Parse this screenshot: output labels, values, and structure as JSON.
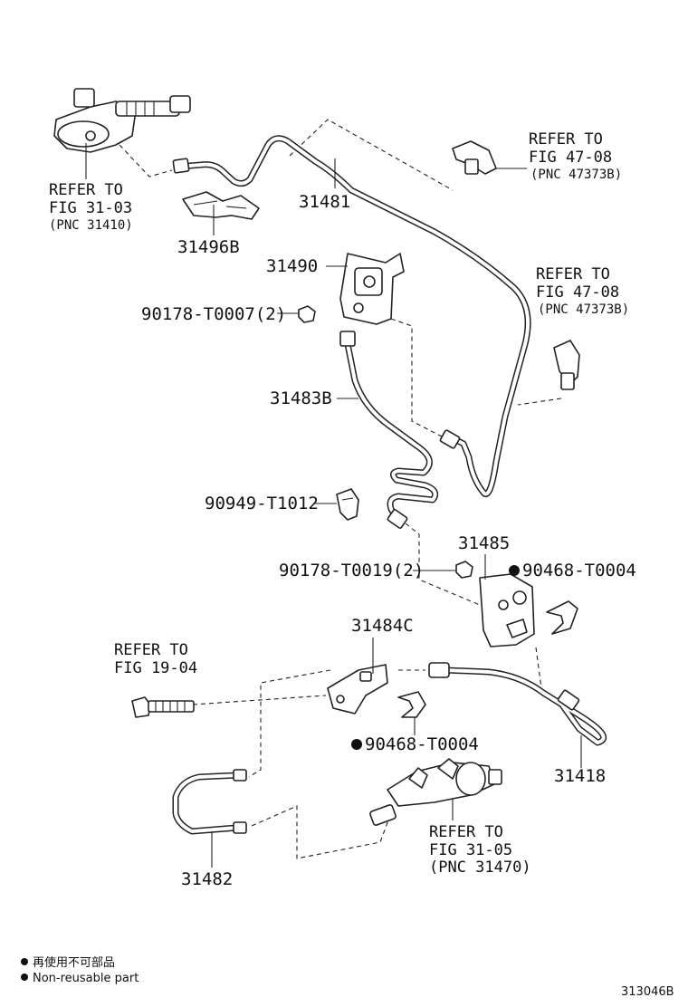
{
  "parts": {
    "p31481": "31481",
    "p31496B": "31496B",
    "p31490": "31490",
    "p90178_T0007": "90178-T0007(2)",
    "p31483B": "31483B",
    "p90949_T1012": "90949-T1012",
    "p31485": "31485",
    "p90178_T0019": "90178-T0019(2)",
    "p90468_T0004_a": "90468-T0004",
    "p31484C": "31484C",
    "p90468_T0004_b": "90468-T0004",
    "p31418": "31418",
    "p31482": "31482"
  },
  "refs": {
    "fig31_03": {
      "line1": "REFER TO",
      "line2": "FIG 31-03",
      "line3": "(PNC 31410)"
    },
    "fig47_08_a": {
      "line1": "REFER TO",
      "line2": "FIG 47-08",
      "line3": "(PNC 47373B)"
    },
    "fig47_08_b": {
      "line1": "REFER TO",
      "line2": "FIG 47-08",
      "line3": "(PNC 47373B)"
    },
    "fig19_04": {
      "line1": "REFER TO",
      "line2": "FIG 19-04"
    },
    "fig31_05": {
      "line1": "REFER TO",
      "line2": "FIG 31-05",
      "line3": "(PNC 31470)"
    }
  },
  "legend": {
    "japanese": "再使用不可部品",
    "english": "Non-reusable part"
  },
  "illustration_code": "313046B"
}
